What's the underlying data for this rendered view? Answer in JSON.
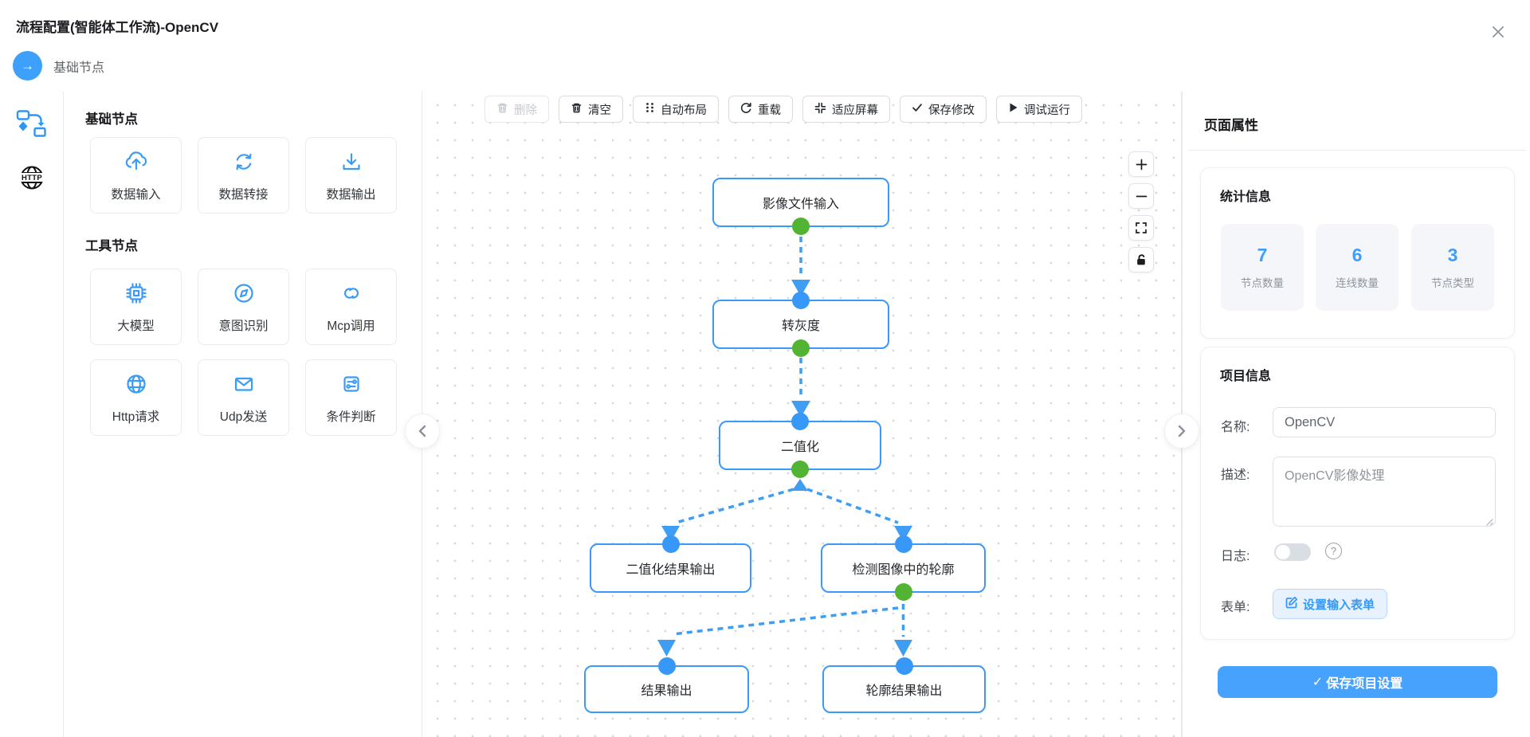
{
  "window": {
    "title": "流程配置(智能体工作流)-OpenCV",
    "close_icon": "close-icon"
  },
  "breadcrumb": {
    "icon": "arrow-right-circle-icon",
    "label": "基础节点"
  },
  "rail": {
    "items": [
      {
        "icon": "flowchart-icon"
      },
      {
        "icon": "http-globe-icon"
      }
    ]
  },
  "palette": {
    "sections": [
      {
        "title": "基础节点",
        "items": [
          {
            "label": "数据输入",
            "icon": "cloud-upload-icon"
          },
          {
            "label": "数据转接",
            "icon": "refresh-icon"
          },
          {
            "label": "数据输出",
            "icon": "download-icon"
          }
        ]
      },
      {
        "title": "工具节点",
        "items": [
          {
            "label": "大模型",
            "icon": "cpu-icon"
          },
          {
            "label": "意图识别",
            "icon": "compass-icon"
          },
          {
            "label": "Mcp调用",
            "icon": "link-icon"
          },
          {
            "label": "Http请求",
            "icon": "globe-icon"
          },
          {
            "label": "Udp发送",
            "icon": "mail-icon"
          },
          {
            "label": "条件判断",
            "icon": "sliders-icon"
          }
        ]
      }
    ]
  },
  "toolbar": {
    "buttons": [
      {
        "label": "删除",
        "icon": "trash-icon",
        "disabled": true
      },
      {
        "label": "清空",
        "icon": "trash-icon",
        "disabled": false
      },
      {
        "label": "自动布局",
        "icon": "dots-grid-icon",
        "disabled": false
      },
      {
        "label": "重载",
        "icon": "reload-icon",
        "disabled": false
      },
      {
        "label": "适应屏幕",
        "icon": "fit-screen-icon",
        "disabled": false
      },
      {
        "label": "保存修改",
        "icon": "check-icon",
        "disabled": false
      },
      {
        "label": "调试运行",
        "icon": "play-icon",
        "disabled": false
      }
    ]
  },
  "canvas": {
    "zoom_controls": [
      "zoom-in",
      "zoom-out",
      "fit-view",
      "lock"
    ],
    "nodes": [
      {
        "label": "影像文件输入"
      },
      {
        "label": "转灰度"
      },
      {
        "label": "二值化"
      },
      {
        "label": "二值化结果输出"
      },
      {
        "label": "检测图像中的轮廓"
      },
      {
        "label": "结果输出"
      },
      {
        "label": "轮廓结果输出"
      }
    ],
    "edges": [
      {
        "from": "影像文件输入",
        "to": "转灰度"
      },
      {
        "from": "转灰度",
        "to": "二值化"
      },
      {
        "from": "二值化",
        "to": "二值化结果输出"
      },
      {
        "from": "二值化",
        "to": "检测图像中的轮廓"
      },
      {
        "from": "检测图像中的轮廓",
        "to": "结果输出"
      },
      {
        "from": "检测图像中的轮廓",
        "to": "轮廓结果输出"
      }
    ]
  },
  "properties": {
    "title": "页面属性",
    "stats": {
      "title": "统计信息",
      "items": [
        {
          "value": "7",
          "label": "节点数量"
        },
        {
          "value": "6",
          "label": "连线数量"
        },
        {
          "value": "3",
          "label": "节点类型"
        }
      ]
    },
    "project": {
      "title": "项目信息",
      "name_label": "名称:",
      "name_value": "OpenCV",
      "desc_label": "描述:",
      "desc_value": "OpenCV影像处理",
      "log_label": "日志:",
      "log_enabled": false,
      "form_label": "表单:",
      "form_button": "设置输入表单",
      "save_button": "保存项目设置",
      "save_check": "✓"
    },
    "accent_blue": "#3b99fa",
    "port_green": "#53b332",
    "port_blue": "#3898f7"
  }
}
